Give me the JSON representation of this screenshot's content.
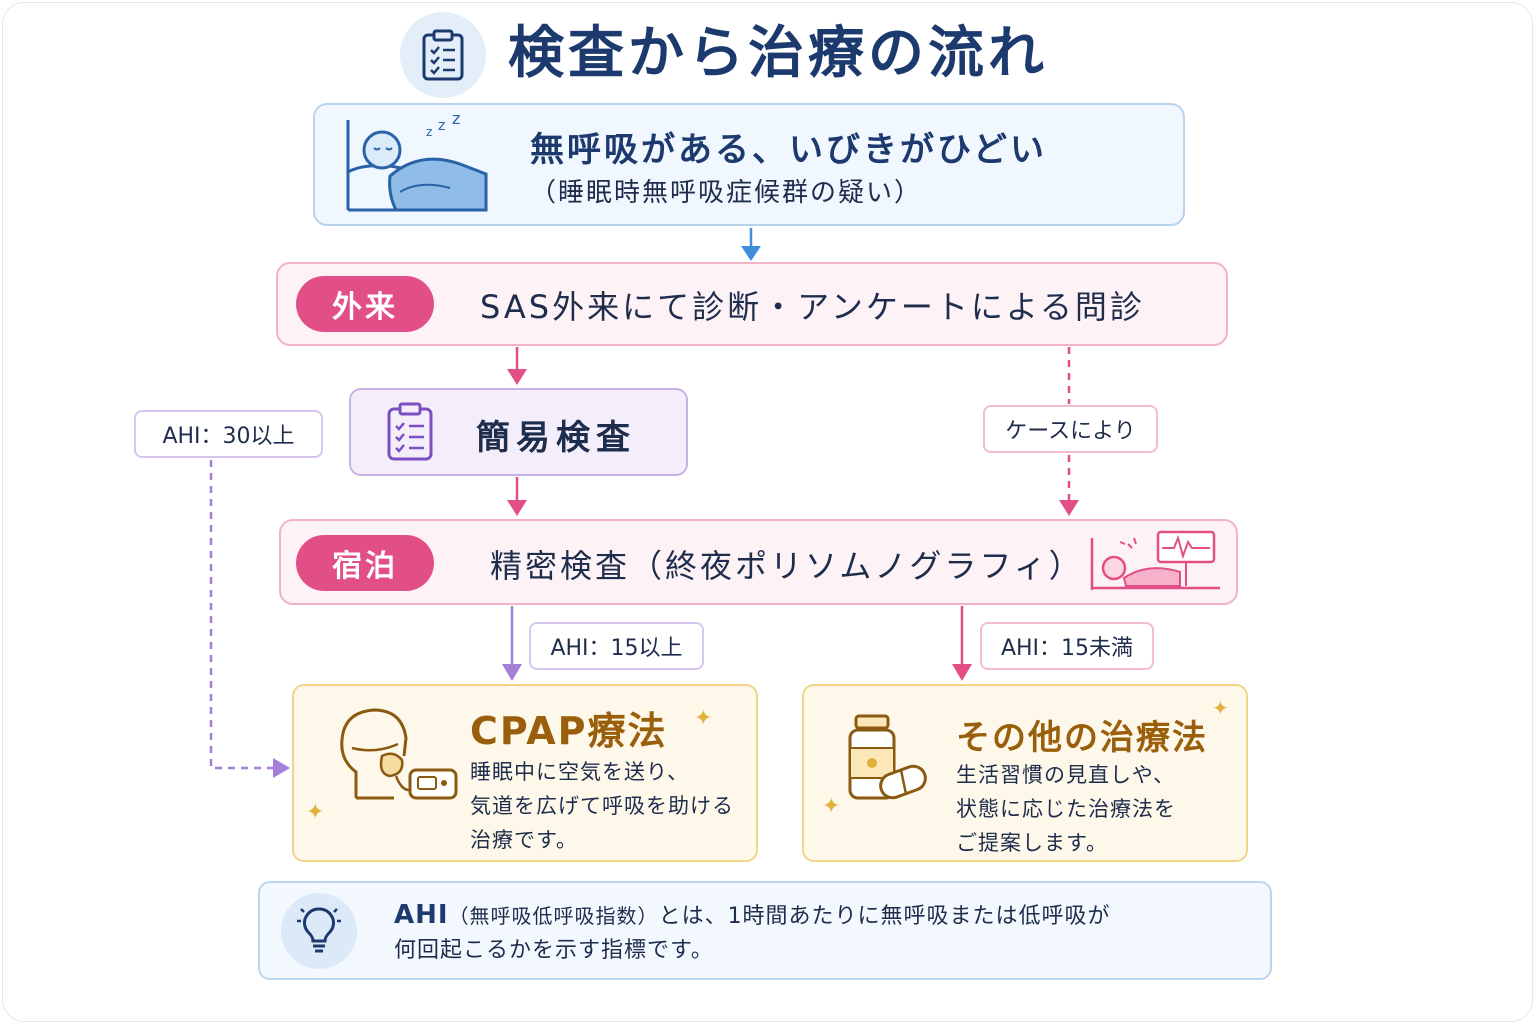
{
  "title": "検査から治療の流れ",
  "symptom": {
    "main": "無呼吸がある、いびきがひどい",
    "sub": "（睡眠時無呼吸症候群の疑い）"
  },
  "outpatient": {
    "badge": "外来",
    "text": "SAS外来にて診断・アンケートによる問診"
  },
  "simple_test": {
    "text": "簡易検査"
  },
  "overnight": {
    "badge": "宿泊",
    "text": "精密検査（終夜ポリソムノグラフィ）"
  },
  "tags": {
    "ahi30": "AHI：30以上",
    "case": "ケースにより",
    "ahi15_up": "AHI：15以上",
    "ahi15_down": "AHI：15未満"
  },
  "cpap": {
    "title": "CPAP療法",
    "desc": [
      "睡眠中に空気を送り、",
      "気道を広げて呼吸を助ける",
      "治療です。"
    ]
  },
  "other": {
    "title": "その他の治療法",
    "desc": [
      "生活習慣の見直しや、",
      "状態に応じた治療法を",
      "ご提案します。"
    ]
  },
  "note": {
    "term": "AHI",
    "term_paren": "（無呼吸低呼吸指数）",
    "line1_rest": "とは、1時間あたりに無呼吸または低呼吸が",
    "line2": "何回起こるかを示す指標です。"
  },
  "icons": {
    "title": "clipboard-checklist-icon",
    "symptom": "sleeping-person-icon",
    "simple_test": "clipboard-checklist-icon",
    "overnight": "sleep-monitor-icon",
    "cpap": "cpap-mask-icon",
    "other": "medicine-bottle-icon",
    "note": "lightbulb-icon"
  },
  "colors": {
    "navy": "#1c3a6e",
    "pink": "#e24f86",
    "purple": "#a47fd8",
    "gold": "#9a5f0c",
    "blue_arrow": "#3d8fdc"
  }
}
